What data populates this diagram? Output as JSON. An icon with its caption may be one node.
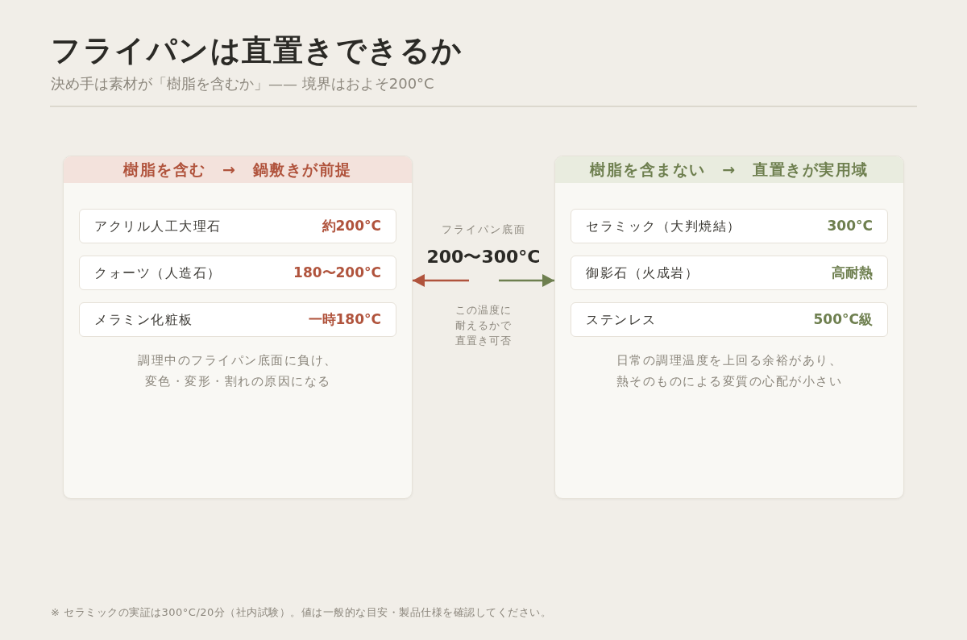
{
  "diagram": {
    "title": "フライパンは直置きできるか",
    "nodes": [
      {
        "text": [
          "樹脂を含む　→　鍋敷きが前提",
          "調理中のフライパン底面に負け、変色・変形・割れの原因になる"
        ]
      },
      {
        "text": [
          "アクリル人工大理石",
          "約200°C"
        ],
        "in": 0
      },
      {
        "text": [
          "クォーツ（人造石）",
          "180〜200°C"
        ],
        "in": 0
      },
      {
        "text": [
          "メラミン化粧板",
          "一時180°C"
        ],
        "in": 0
      },
      {
        "text": [
          "樹脂を含まない　→　直置きが実用域",
          "日常の調理温度を上回る余裕があり、熱そのものによる変質の心配が小さい"
        ]
      },
      {
        "text": [
          "セラミック（大判焼結）",
          "300°C"
        ],
        "in": 4
      },
      {
        "text": [
          "御影石（火成岩）",
          "高耐熱"
        ],
        "in": 4
      },
      {
        "text": [
          "ステンレス",
          "500°C級"
        ],
        "in": 4
      }
    ],
    "edges": [
      {
        "from": null,
        "to": 0,
        "arrow": "to",
        "color": "#b0533c"
      },
      {
        "from": null,
        "to": 4,
        "arrow": "to",
        "color": "#6e7f4f"
      }
    ],
    "labels": [
      "決め手は素材が「樹脂を含むか」—— 境界はおよそ200°C",
      "フライパン底面",
      "200〜300°C",
      "この温度に耐えるかで直置き可否",
      "※ セラミックの実証は300°C/20分（社内試験）。値は一般的な目安・製品仕様を確認してください。"
    ]
  }
}
